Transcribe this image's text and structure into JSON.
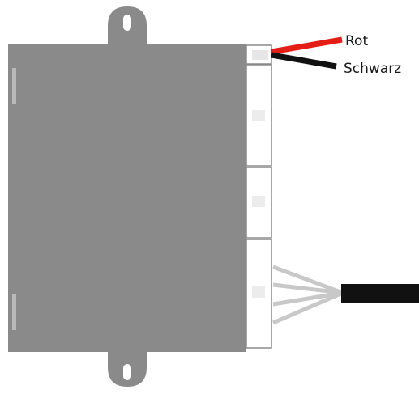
{
  "diagram": {
    "wire_labels": {
      "red": "Rot",
      "black": "Schwarz"
    },
    "colors": {
      "housing": "#8a8a8a",
      "connector_fill": "#ffffff",
      "connector_stroke": "#8a8a8a",
      "wire_red": "#e41e14",
      "wire_black": "#111111",
      "wire_grey": "#c8c8c8",
      "cable": "#111111",
      "highlight": "#b9b9b9"
    },
    "connectors": {
      "count": 4,
      "wire_bundle_count": 4
    }
  }
}
